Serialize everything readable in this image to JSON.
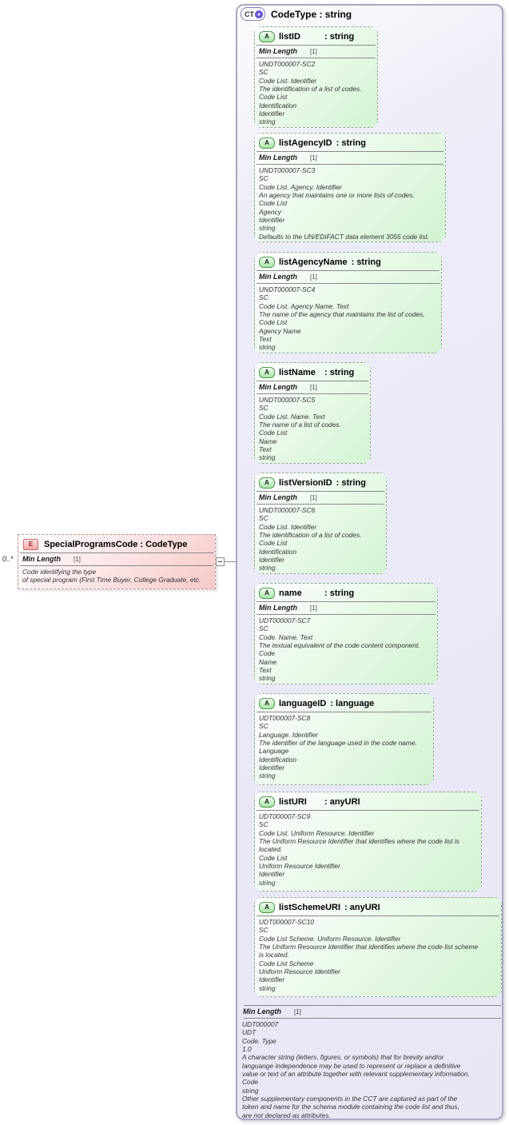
{
  "icons": {
    "ct": "CT",
    "plus": "+",
    "a": "A",
    "e": "E"
  },
  "element": {
    "cardinality": "0..*",
    "title": "SpecialProgramsCode : CodeType",
    "facet": {
      "label": "Min Length",
      "value": "[1]"
    },
    "doc_lines": [
      "Code identifying the type",
      "of special program (First Time Buyer, College Graduate, etc."
    ]
  },
  "container": {
    "title": "CodeType : string",
    "attributes": [
      {
        "name": "listID",
        "type_label": ": string",
        "facet": {
          "label": "Min Length",
          "value": "[1]"
        },
        "doc_lines": [
          "UNDT000007-SC2",
          "SC",
          "Code List. Identifier",
          "The identification of a list of codes.",
          "Code List",
          "Identification",
          "Identifier",
          "string"
        ]
      },
      {
        "name": "listAgencyID",
        "type_label": ": string",
        "facet": {
          "label": "Min Length",
          "value": "[1]"
        },
        "doc_lines": [
          "UNDT000007-SC3",
          "SC",
          "Code List. Agency. Identifier",
          "An agency that maintains one or more lists of codes.",
          "Code List",
          "Agency",
          "Identifier",
          "string",
          "Defaults to the UN/EDIFACT data element 3055 code list."
        ]
      },
      {
        "name": "listAgencyName",
        "type_label": ": string",
        "facet": {
          "label": "Min Length",
          "value": "[1]"
        },
        "doc_lines": [
          "UNDT000007-SC4",
          "SC",
          "Code List. Agency Name. Text",
          "The name of the agency that maintains the list of codes.",
          "Code List",
          "Agency Name",
          "Text",
          "string"
        ]
      },
      {
        "name": "listName",
        "type_label": ": string",
        "facet": {
          "label": "Min Length",
          "value": "[1]"
        },
        "doc_lines": [
          "UNDT000007-SC5",
          "SC",
          "Code List. Name. Text",
          "The name of a list of codes.",
          "Code List",
          "Name",
          "Text",
          "string"
        ]
      },
      {
        "name": "listVersionID",
        "type_label": ": string",
        "facet": {
          "label": "Min Length",
          "value": "[1]"
        },
        "doc_lines": [
          "UNDT000007-SC6",
          "SC",
          "Code List. Identifier",
          "The identification of a list of codes.",
          "Code List",
          "Identification",
          "Identifier",
          "string"
        ]
      },
      {
        "name": "name",
        "type_label": ": string",
        "facet": {
          "label": "Min Length",
          "value": "[1]"
        },
        "doc_lines": [
          "UDT000007-SC7",
          "SC",
          "Code. Name. Text",
          "The textual equivalent of the code content component.",
          "Code",
          "Name",
          "Text",
          "string"
        ]
      },
      {
        "name": "languageID",
        "type_label": ": language",
        "doc_lines": [
          "UDT000007-SC8",
          "SC",
          "Language. Identifier",
          "The identifier of the language used in the code name.",
          "Language",
          "Identification",
          "Identifier",
          "string"
        ]
      },
      {
        "name": "listURI",
        "type_label": ": anyURI",
        "doc_lines": [
          "UDT000007-SC9",
          "SC",
          "Code List. Uniform Resource. Identifier",
          "The Uniform Resource Identifier that identifies where the code list is",
          "located.",
          "Code List",
          "Uniform Resource Identifier",
          "Identifier",
          "string"
        ]
      },
      {
        "name": "listSchemeURI",
        "type_label": ": anyURI",
        "doc_lines": [
          "UDT000007-SC10",
          "SC",
          "Code List Scheme. Uniform Resource. Identifier",
          "The Uniform Resource Identifier that identifies where the code list scheme",
          "is located.",
          "Code List Scheme",
          "Uniform Resource Identifier",
          "Identifier",
          "string"
        ]
      }
    ],
    "facet": {
      "label": "Min Length",
      "value": "[1]"
    },
    "doc_lines": [
      "UDT000007",
      "UDT",
      "Code. Type",
      "1.0",
      "A character string (letters, figures, or symbols) that for brevity and/or",
      "languange independence may be used to represent or replace a definitive",
      "value or text of an attribute together with relevant supplementary information.",
      "Code",
      "string",
      "Other supplementary components in the CCT are captured as part of the",
      "token and name for the schema module containing the code list and thus,",
      "are not declared as attributes."
    ]
  }
}
